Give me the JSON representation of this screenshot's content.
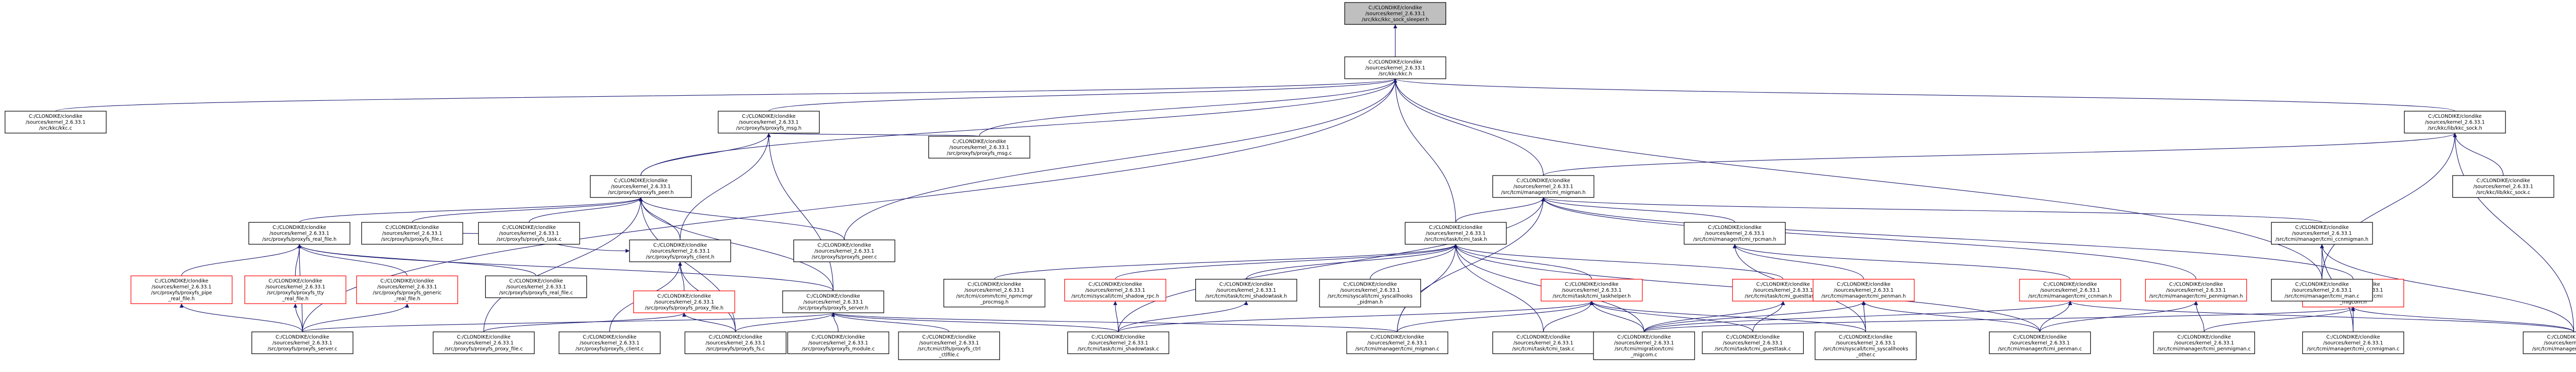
{
  "colors": {
    "focus_fill": "#bfbfbf",
    "node_fill": "#ffffff",
    "node_border": "#000000",
    "undocumented_border": "#ff0000",
    "edge": "#191970"
  },
  "nodes": [
    {
      "id": "root",
      "lines": [
        "C:/CLONDIKE/clondike",
        "/sources/kernel_2.6.33.1",
        "/src/kkc/kkc_sock_sleeper.h"
      ],
      "focus": true
    },
    {
      "id": "kkc_h",
      "lines": [
        "C:/CLONDIKE/clondike",
        "/sources/kernel_2.6.33.1",
        "/src/kkc/kkc.h"
      ]
    },
    {
      "id": "kkc_c",
      "lines": [
        "C:/CLONDIKE/clondike",
        "/sources/kernel_2.6.33.1",
        "/src/kkc/kkc.c"
      ]
    },
    {
      "id": "kkc_sock_h",
      "lines": [
        "C:/CLONDIKE/clondike",
        "/sources/kernel_2.6.33.1",
        "/src/kkc/lib/kkc_sock.h"
      ]
    },
    {
      "id": "proxyfs_msg_h",
      "lines": [
        "C:/CLONDIKE/clondike",
        "/sources/kernel_2.6.33.1",
        "/src/proxyfs/proxyfs_msg.h"
      ]
    },
    {
      "id": "proxyfs_msg_c",
      "lines": [
        "C:/CLONDIKE/clondike",
        "/sources/kernel_2.6.33.1",
        "/src/proxyfs/proxyfs_msg.c"
      ]
    },
    {
      "id": "proxyfs_peer_h",
      "lines": [
        "C:/CLONDIKE/clondike",
        "/sources/kernel_2.6.33.1",
        "/src/proxyfs/proxyfs_peer.h"
      ]
    },
    {
      "id": "tcmi_migman_h",
      "lines": [
        "C:/CLONDIKE/clondike",
        "/sources/kernel_2.6.33.1",
        "/src/tcmi/manager/tcmi_migman.h"
      ]
    },
    {
      "id": "kkc_sock_c",
      "lines": [
        "C:/CLONDIKE/clondike",
        "/sources/kernel_2.6.33.1",
        "/src/kkc/lib/kkc_sock.c"
      ]
    },
    {
      "id": "tcmi_task_h",
      "lines": [
        "C:/CLONDIKE/clondike",
        "/sources/kernel_2.6.33.1",
        "/src/tcmi/task/tcmi_task.h"
      ]
    },
    {
      "id": "tcmi_rpcman_h",
      "lines": [
        "C:/CLONDIKE/clondike",
        "/sources/kernel_2.6.33.1",
        "/src/tcmi/manager/tcmi_rpcman.h"
      ]
    },
    {
      "id": "tcmi_ccnmigman_h",
      "lines": [
        "C:/CLONDIKE/clondike",
        "/sources/kernel_2.6.33.1",
        "/src/tcmi/manager/tcmi_ccnmigman.h"
      ]
    },
    {
      "id": "proxyfs_real_file_h",
      "lines": [
        "C:/CLONDIKE/clondike",
        "/sources/kernel_2.6.33.1",
        "/src/proxyfs/proxyfs_real_file.h"
      ]
    },
    {
      "id": "proxyfs_file_c",
      "lines": [
        "C:/CLONDIKE/clondike",
        "/sources/kernel_2.6.33.1",
        "/src/proxyfs/proxyfs_file.c"
      ]
    },
    {
      "id": "proxyfs_task_c",
      "lines": [
        "C:/CLONDIKE/clondike",
        "/sources/kernel_2.6.33.1",
        "/src/proxyfs/proxyfs_task.c"
      ]
    },
    {
      "id": "proxyfs_client_h",
      "lines": [
        "C:/CLONDIKE/clondike",
        "/sources/kernel_2.6.33.1",
        "/src/proxyfs/proxyfs_client.h"
      ]
    },
    {
      "id": "proxyfs_peer_c",
      "lines": [
        "C:/CLONDIKE/clondike",
        "/sources/kernel_2.6.33.1",
        "/src/proxyfs/proxyfs_peer.c"
      ]
    },
    {
      "id": "proxyfs_pipe_real_file_h",
      "lines": [
        "C:/CLONDIKE/clondike",
        "/sources/kernel_2.6.33.1",
        "/src/proxyfs/proxyfs_pipe",
        "_real_file.h"
      ],
      "undocumented": true
    },
    {
      "id": "proxyfs_tty_real_file_h",
      "lines": [
        "C:/CLONDIKE/clondike",
        "/sources/kernel_2.6.33.1",
        "/src/proxyfs/proxyfs_tty",
        "_real_file.h"
      ],
      "undocumented": true
    },
    {
      "id": "proxyfs_generic_real_file_h",
      "lines": [
        "C:/CLONDIKE/clondike",
        "/sources/kernel_2.6.33.1",
        "/src/proxyfs/proxyfs_generic",
        "_real_file.h"
      ],
      "undocumented": true
    },
    {
      "id": "proxyfs_real_file_c",
      "lines": [
        "C:/CLONDIKE/clondike",
        "/sources/kernel_2.6.33.1",
        "/src/proxyfs/proxyfs_real_file.c"
      ]
    },
    {
      "id": "proxyfs_proxy_file_h",
      "lines": [
        "C:/CLONDIKE/clondike",
        "/sources/kernel_2.6.33.1",
        "/src/proxyfs/proxyfs_proxy_file.h"
      ],
      "undocumented": true
    },
    {
      "id": "proxyfs_server_h",
      "lines": [
        "C:/CLONDIKE/clondike",
        "/sources/kernel_2.6.33.1",
        "/src/proxyfs/proxyfs_server.h"
      ]
    },
    {
      "id": "tcmi_npmcmgr_h",
      "lines": [
        "C:/CLONDIKE/clondike",
        "/sources/kernel_2.6.33.1",
        "/src/tcmi/comm/tcmi_npmcmgr",
        "_procmsg.h"
      ]
    },
    {
      "id": "tcmi_shadow_rpc_h",
      "lines": [
        "C:/CLONDIKE/clondike",
        "/sources/kernel_2.6.33.1",
        "/src/tcmi/syscall/tcmi_shadow_rpc.h"
      ],
      "undocumented": true
    },
    {
      "id": "tcmi_shadowtask_h",
      "lines": [
        "C:/CLONDIKE/clondike",
        "/sources/kernel_2.6.33.1",
        "/src/tcmi/task/tcmi_shadowtask.h"
      ]
    },
    {
      "id": "tcmi_syscallhooks_pidman_h",
      "lines": [
        "C:/CLONDIKE/clondike",
        "/sources/kernel_2.6.33.1",
        "/src/tcmi/syscall/tcmi_syscallhooks",
        "_pidman.h"
      ]
    },
    {
      "id": "tcmi_taskhelper_h",
      "lines": [
        "C:/CLONDIKE/clondike",
        "/sources/kernel_2.6.33.1",
        "/src/tcmi/task/tcmi_taskhelper.h"
      ],
      "undocumented": true
    },
    {
      "id": "tcmi_guesttask_h",
      "lines": [
        "C:/CLONDIKE/clondike",
        "/sources/kernel_2.6.33.1",
        "/src/tcmi/task/tcmi_guesttask.h"
      ],
      "undocumented": true
    },
    {
      "id": "tcmi_penman_h",
      "lines": [
        "C:/CLONDIKE/clondike",
        "/sources/kernel_2.6.33.1",
        "/src/tcmi/manager/tcmi_penman.h"
      ],
      "undocumented": true
    },
    {
      "id": "tcmi_ccnman_h",
      "lines": [
        "C:/CLONDIKE/clondike",
        "/sources/kernel_2.6.33.1",
        "/src/tcmi/manager/tcmi_ccnman.h"
      ],
      "undocumented": true
    },
    {
      "id": "tcmi_penmigman_h",
      "lines": [
        "C:/CLONDIKE/clondike",
        "/sources/kernel_2.6.33.1",
        "/src/tcmi/manager/tcmi_penmigman.h"
      ],
      "undocumented": true
    },
    {
      "id": "tcmi_migcom_h",
      "lines": [
        "C:/CLONDIKE/clondike",
        "/sources/kernel_2.6.33.1",
        "/src/tcmi/migration/tcmi",
        "_migcom.h"
      ],
      "undocumented": true
    },
    {
      "id": "tcmi_man_c",
      "lines": [
        "C:/CLONDIKE/clondike",
        "/sources/kernel_2.6.33.1",
        "/src/tcmi/manager/tcmi_man.c"
      ]
    },
    {
      "id": "proxyfs_server_c",
      "lines": [
        "C:/CLONDIKE/clondike",
        "/sources/kernel_2.6.33.1",
        "/src/proxyfs/proxyfs_server.c"
      ]
    },
    {
      "id": "proxyfs_proxy_file_c",
      "lines": [
        "C:/CLONDIKE/clondike",
        "/sources/kernel_2.6.33.1",
        "/src/proxyfs/proxyfs_proxy_file.c"
      ]
    },
    {
      "id": "proxyfs_client_c",
      "lines": [
        "C:/CLONDIKE/clondike",
        "/sources/kernel_2.6.33.1",
        "/src/proxyfs/proxyfs_client.c"
      ]
    },
    {
      "id": "proxyfs_fs_c",
      "lines": [
        "C:/CLONDIKE/clondike",
        "/sources/kernel_2.6.33.1",
        "/src/proxyfs/proxyfs_fs.c"
      ]
    },
    {
      "id": "proxyfs_module_c",
      "lines": [
        "C:/CLONDIKE/clondike",
        "/sources/kernel_2.6.33.1",
        "/src/proxyfs/proxyfs_module.c"
      ]
    },
    {
      "id": "proxyfs_ctrl_file_c",
      "lines": [
        "C:/CLONDIKE/clondike",
        "/sources/kernel_2.6.33.1",
        "/src/tcmi/ctlfs/proxyfs_ctrl",
        "_ctlfile.c"
      ]
    },
    {
      "id": "tcmi_shadowtask_c",
      "lines": [
        "C:/CLONDIKE/clondike",
        "/sources/kernel_2.6.33.1",
        "/src/tcmi/task/tcmi_shadowtask.c"
      ]
    },
    {
      "id": "tcmi_migman_c",
      "lines": [
        "C:/CLONDIKE/clondike",
        "/sources/kernel_2.6.33.1",
        "/src/tcmi/manager/tcmi_migman.c"
      ]
    },
    {
      "id": "tcmi_task_c",
      "lines": [
        "C:/CLONDIKE/clondike",
        "/sources/kernel_2.6.33.1",
        "/src/tcmi/task/tcmi_task.c"
      ]
    },
    {
      "id": "tcmi_migcom_c",
      "lines": [
        "C:/CLONDIKE/clondike",
        "/sources/kernel_2.6.33.1",
        "/src/tcmi/migration/tcmi",
        "_migcom.c"
      ]
    },
    {
      "id": "tcmi_guesttask_c",
      "lines": [
        "C:/CLONDIKE/clondike",
        "/sources/kernel_2.6.33.1",
        "/src/tcmi/task/tcmi_guesttask.c"
      ]
    },
    {
      "id": "tcmi_syscallhooks_other_c",
      "lines": [
        "C:/CLONDIKE/clondike",
        "/sources/kernel_2.6.33.1",
        "/src/tcmi/syscall/tcmi_syscallhooks",
        "_other.c"
      ]
    },
    {
      "id": "tcmi_penman_c",
      "lines": [
        "C:/CLONDIKE/clondike",
        "/sources/kernel_2.6.33.1",
        "/src/tcmi/manager/tcmi_penman.c"
      ]
    },
    {
      "id": "tcmi_penmigman_c",
      "lines": [
        "C:/CLONDIKE/clondike",
        "/sources/kernel_2.6.33.1",
        "/src/tcmi/manager/tcmi_penmigman.c"
      ]
    },
    {
      "id": "tcmi_ccnmigman_c",
      "lines": [
        "C:/CLONDIKE/clondike",
        "/sources/kernel_2.6.33.1",
        "/src/tcmi/manager/tcmi_ccnmigman.c"
      ]
    },
    {
      "id": "tcmi_ccnman_c",
      "lines": [
        "C:/CLONDIKE/clondike",
        "/sources/kernel_2.6.33.1",
        "/src/tcmi/manager/tcmi_ccnman.c"
      ]
    }
  ],
  "edges": [
    [
      "root",
      "kkc_h"
    ],
    [
      "kkc_h",
      "kkc_c"
    ],
    [
      "kkc_h",
      "kkc_sock_h"
    ],
    [
      "kkc_h",
      "proxyfs_msg_h"
    ],
    [
      "kkc_h",
      "proxyfs_msg_c"
    ],
    [
      "kkc_h",
      "proxyfs_peer_h"
    ],
    [
      "kkc_h",
      "tcmi_migman_h"
    ],
    [
      "kkc_h",
      "tcmi_task_h"
    ],
    [
      "kkc_h",
      "proxyfs_peer_c"
    ],
    [
      "kkc_h",
      "tcmi_man_c"
    ],
    [
      "kkc_h",
      "proxyfs_server_c"
    ],
    [
      "kkc_sock_h",
      "kkc_sock_c"
    ],
    [
      "kkc_sock_h",
      "tcmi_migman_h"
    ],
    [
      "kkc_sock_h",
      "tcmi_man_c"
    ],
    [
      "kkc_sock_h",
      "tcmi_ccnman_c"
    ],
    [
      "proxyfs_msg_h",
      "proxyfs_msg_c"
    ],
    [
      "proxyfs_msg_h",
      "proxyfs_peer_h"
    ],
    [
      "proxyfs_msg_h",
      "proxyfs_client_h"
    ],
    [
      "proxyfs_msg_h",
      "proxyfs_server_h"
    ],
    [
      "proxyfs_peer_h",
      "proxyfs_real_file_h"
    ],
    [
      "proxyfs_peer_h",
      "proxyfs_file_c"
    ],
    [
      "proxyfs_peer_h",
      "proxyfs_task_c"
    ],
    [
      "proxyfs_peer_h",
      "proxyfs_client_h"
    ],
    [
      "proxyfs_peer_h",
      "proxyfs_peer_c"
    ],
    [
      "proxyfs_peer_h",
      "proxyfs_server_h"
    ],
    [
      "proxyfs_peer_h",
      "proxyfs_fs_c"
    ],
    [
      "proxyfs_peer_h",
      "proxyfs_proxy_file_c"
    ],
    [
      "proxyfs_real_file_h",
      "proxyfs_pipe_real_file_h"
    ],
    [
      "proxyfs_real_file_h",
      "proxyfs_tty_real_file_h"
    ],
    [
      "proxyfs_real_file_h",
      "proxyfs_generic_real_file_h"
    ],
    [
      "proxyfs_real_file_h",
      "proxyfs_real_file_c"
    ],
    [
      "proxyfs_real_file_h",
      "proxyfs_server_h"
    ],
    [
      "proxyfs_real_file_h",
      "proxyfs_server_c"
    ],
    [
      "proxyfs_pipe_real_file_h",
      "proxyfs_server_c"
    ],
    [
      "proxyfs_tty_real_file_h",
      "proxyfs_server_c"
    ],
    [
      "proxyfs_generic_real_file_h",
      "proxyfs_server_c"
    ],
    [
      "proxyfs_client_h",
      "proxyfs_proxy_file_h"
    ],
    [
      "proxyfs_client_h",
      "proxyfs_client_c"
    ],
    [
      "proxyfs_client_h",
      "proxyfs_file_c"
    ],
    [
      "proxyfs_client_h",
      "proxyfs_fs_c"
    ],
    [
      "proxyfs_proxy_file_h",
      "proxyfs_proxy_file_c"
    ],
    [
      "proxyfs_proxy_file_h",
      "proxyfs_fs_c"
    ],
    [
      "proxyfs_server_h",
      "proxyfs_server_c"
    ],
    [
      "proxyfs_server_h",
      "proxyfs_module_c"
    ],
    [
      "proxyfs_server_h",
      "proxyfs_ctrl_file_c"
    ],
    [
      "proxyfs_server_h",
      "tcmi_shadowtask_c"
    ],
    [
      "proxyfs_server_h",
      "tcmi_migman_c"
    ],
    [
      "proxyfs_server_h",
      "proxyfs_fs_c"
    ],
    [
      "tcmi_migman_h",
      "tcmi_task_h"
    ],
    [
      "tcmi_migman_h",
      "tcmi_rpcman_h"
    ],
    [
      "tcmi_migman_h",
      "tcmi_ccnmigman_h"
    ],
    [
      "tcmi_migman_h",
      "tcmi_migman_c"
    ],
    [
      "tcmi_migman_h",
      "tcmi_shadowtask_c"
    ],
    [
      "tcmi_migman_h",
      "tcmi_penmigman_h"
    ],
    [
      "tcmi_migman_h",
      "tcmi_migcom_h"
    ],
    [
      "tcmi_task_h",
      "tcmi_npmcmgr_h"
    ],
    [
      "tcmi_task_h",
      "tcmi_shadow_rpc_h"
    ],
    [
      "tcmi_task_h",
      "tcmi_shadowtask_h"
    ],
    [
      "tcmi_task_h",
      "tcmi_syscallhooks_pidman_h"
    ],
    [
      "tcmi_task_h",
      "tcmi_taskhelper_h"
    ],
    [
      "tcmi_task_h",
      "tcmi_guesttask_h"
    ],
    [
      "tcmi_task_h",
      "tcmi_task_c"
    ],
    [
      "tcmi_task_h",
      "tcmi_migman_c"
    ],
    [
      "tcmi_task_h",
      "tcmi_migcom_c"
    ],
    [
      "tcmi_task_h",
      "tcmi_penman_c"
    ],
    [
      "tcmi_shadowtask_h",
      "tcmi_shadowtask_c"
    ],
    [
      "tcmi_shadow_rpc_h",
      "tcmi_shadowtask_c"
    ],
    [
      "tcmi_taskhelper_h",
      "tcmi_shadowtask_c"
    ],
    [
      "tcmi_taskhelper_h",
      "tcmi_task_c"
    ],
    [
      "tcmi_taskhelper_h",
      "tcmi_migcom_c"
    ],
    [
      "tcmi_taskhelper_h",
      "tcmi_guesttask_c"
    ],
    [
      "tcmi_taskhelper_h",
      "tcmi_syscallhooks_other_c"
    ],
    [
      "tcmi_taskhelper_h",
      "tcmi_migman_c"
    ],
    [
      "tcmi_guesttask_h",
      "tcmi_guesttask_c"
    ],
    [
      "tcmi_guesttask_h",
      "tcmi_migcom_c"
    ],
    [
      "tcmi_rpcman_h",
      "tcmi_penman_h"
    ],
    [
      "tcmi_rpcman_h",
      "tcmi_ccnman_h"
    ],
    [
      "tcmi_rpcman_h",
      "tcmi_syscallhooks_other_c"
    ],
    [
      "tcmi_penman_h",
      "tcmi_penman_c"
    ],
    [
      "tcmi_penman_h",
      "tcmi_migcom_c"
    ],
    [
      "tcmi_penman_h",
      "tcmi_syscallhooks_other_c"
    ],
    [
      "tcmi_ccnman_h",
      "tcmi_ccnman_c"
    ],
    [
      "tcmi_ccnman_h",
      "tcmi_migcom_c"
    ],
    [
      "tcmi_ccnman_h",
      "tcmi_penman_c"
    ],
    [
      "tcmi_ccnmigman_h",
      "tcmi_man_c"
    ],
    [
      "tcmi_ccnmigman_h",
      "tcmi_ccnmigman_c"
    ],
    [
      "tcmi_ccnmigman_h",
      "tcmi_ccnman_c"
    ],
    [
      "tcmi_penmigman_h",
      "tcmi_penmigman_c"
    ],
    [
      "tcmi_penmigman_h",
      "tcmi_penman_c"
    ],
    [
      "tcmi_migcom_h",
      "tcmi_migcom_c"
    ],
    [
      "tcmi_migcom_h",
      "tcmi_ccnmigman_c"
    ],
    [
      "tcmi_migcom_h",
      "tcmi_penmigman_c"
    ],
    [
      "tcmi_migcom_h",
      "tcmi_ccnman_c"
    ]
  ]
}
